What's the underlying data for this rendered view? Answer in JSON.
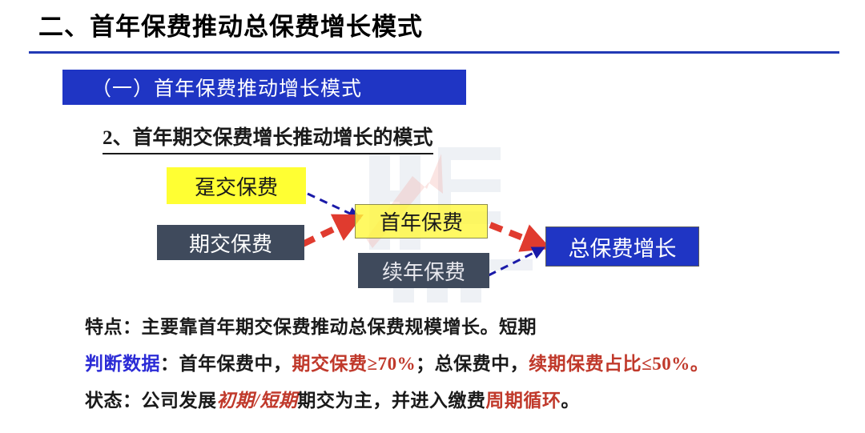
{
  "slide": {
    "title": "二、首年保费推动总保费增长模式",
    "section_bar_label": "（一）首年保费推动增长模式",
    "sub_heading": "2、首年期交保费增长推动增长的模式"
  },
  "colors": {
    "accent_blue": "#1f35c4",
    "rule_blue": "#2239b5",
    "node_yellow": "#ffff33",
    "node_dark": "#3f4a5c",
    "arrow_red": "#e03b2f",
    "arrow_blue": "#1a1aa8",
    "text_red": "#c0392b",
    "text_blue": "#2b2bd6"
  },
  "diagram": {
    "nodes": [
      {
        "id": "lump-sum-premium",
        "label": "趸交保费",
        "style": "yellow"
      },
      {
        "id": "regular-premium",
        "label": "期交保费",
        "style": "dark"
      },
      {
        "id": "first-year-premium",
        "label": "首年保费",
        "style": "yellow-translucent"
      },
      {
        "id": "renewal-premium",
        "label": "续年保费",
        "style": "dark"
      },
      {
        "id": "total-premium-growth",
        "label": "总保费增长",
        "style": "blue"
      }
    ],
    "edges": [
      {
        "from": "lump-sum-premium",
        "to": "first-year-premium",
        "style": "dashed",
        "color": "#1a1aa8"
      },
      {
        "from": "regular-premium",
        "to": "first-year-premium",
        "style": "dashed",
        "color": "#e03b2f"
      },
      {
        "from": "first-year-premium",
        "to": "total-premium-growth",
        "style": "dashed",
        "color": "#e03b2f"
      },
      {
        "from": "renewal-premium",
        "to": "total-premium-growth",
        "style": "dashed",
        "color": "#1a1aa8"
      }
    ]
  },
  "notes": {
    "line1": {
      "label": "特点：",
      "body": "主要靠首年期交保费推动总保费规模增长。短期"
    },
    "line2": {
      "label": "判断数据",
      "sep1": "：首年保费中，",
      "red1": "期交保费≥70%",
      "sep2": "；总保费中，",
      "red2": "续期保费占比≤50%",
      "end": "。"
    },
    "line3": {
      "label": "状态：",
      "part1": "公司发展",
      "red1": "初期",
      "slash": "/",
      "red2": "短期",
      "part2": "期交为主，并进入缴费",
      "red3": "周期循环",
      "end": "。"
    }
  }
}
